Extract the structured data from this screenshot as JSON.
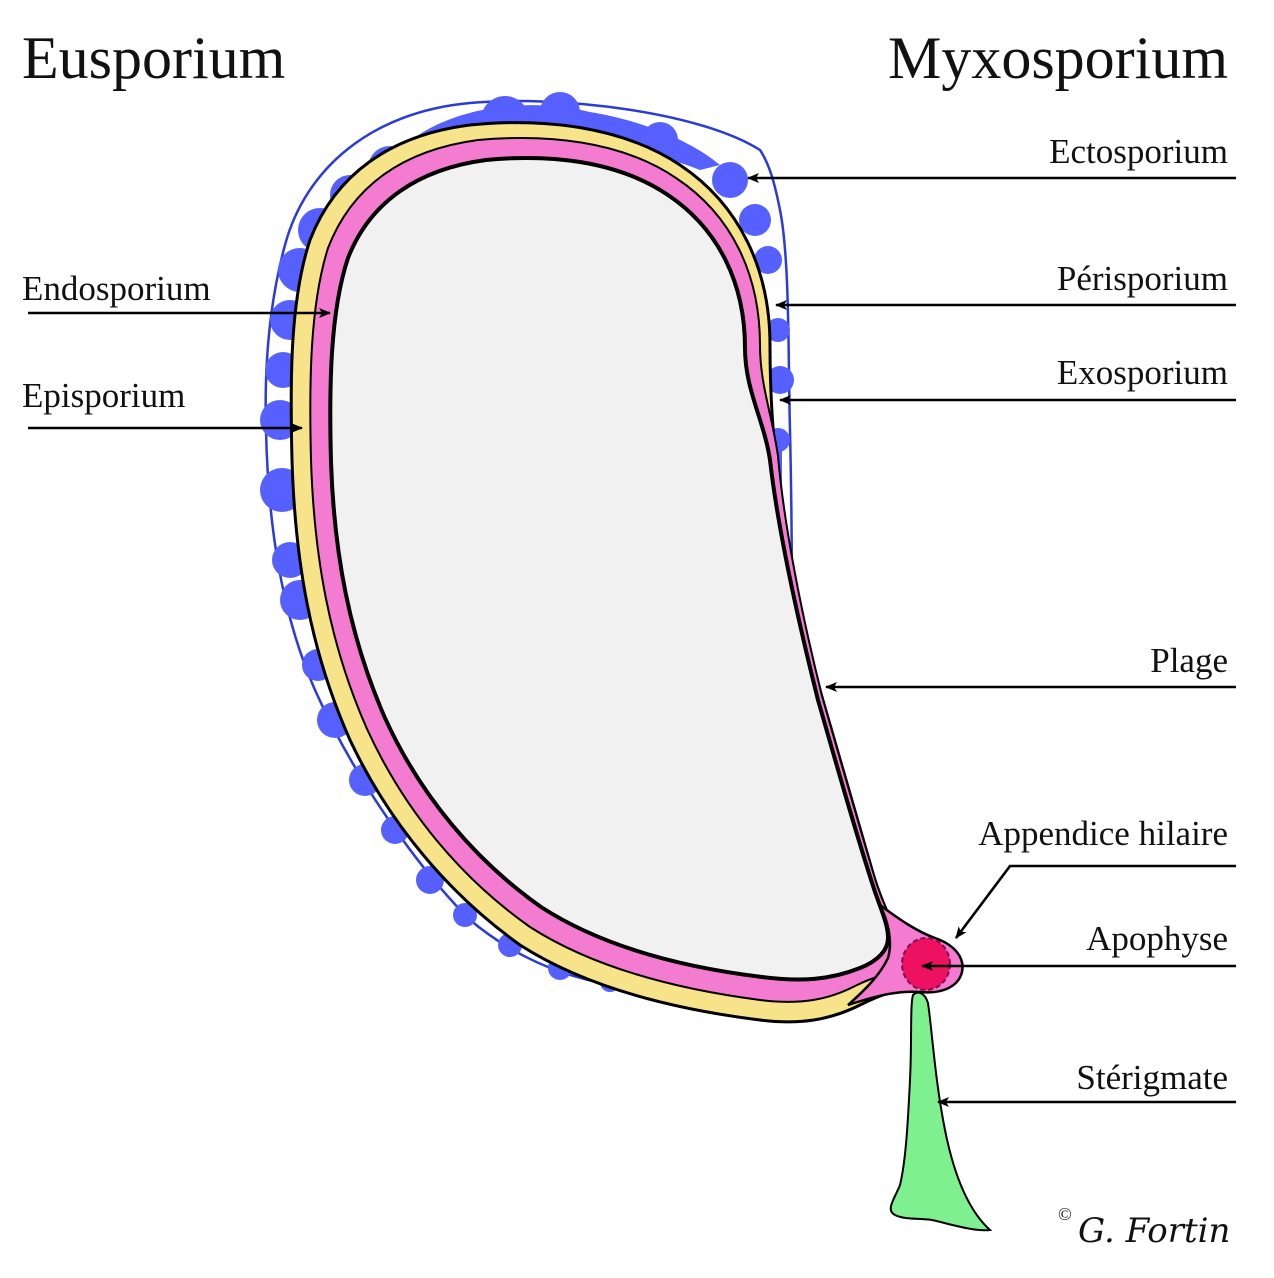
{
  "titles": {
    "left": "Eusporium",
    "right": "Myxosporium"
  },
  "labels": {
    "ectosporium": "Ectosporium",
    "perisporium": "Périsporium",
    "exosporium": "Exosporium",
    "endosporium": "Endosporium",
    "episporium": "Episporium",
    "plage": "Plage",
    "appendice_hilaire": "Appendice hilaire",
    "apophyse": "Apophyse",
    "sterigmate": "Stérigmate"
  },
  "credit": {
    "symbol": "©",
    "author": "G. Fortin"
  },
  "colors": {
    "ectosporium": "#5560ff",
    "perisporium_outline": "#2b3bd6",
    "episporium": "#f7e38a",
    "endosporium": "#f37bd0",
    "cytoplasm": "#f1f1f1",
    "hilar_appendix": "#ee1162",
    "sterigma": "#7ef08f"
  }
}
